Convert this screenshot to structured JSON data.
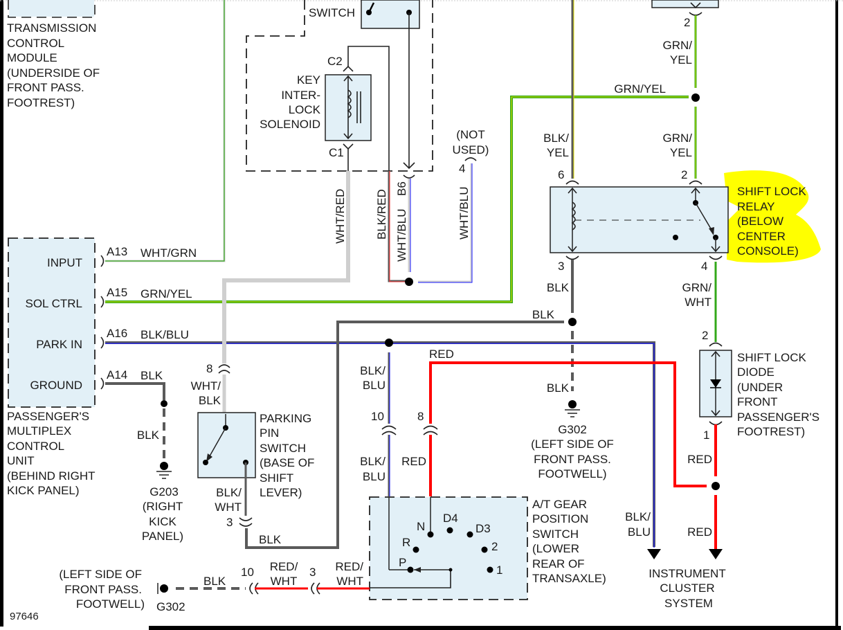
{
  "figure_id": "97646",
  "components": {
    "tcm": {
      "lines": [
        "TRANSMISSION",
        "CONTROL",
        "MODULE",
        "(UNDERSIDE OF",
        "FRONT PASS.",
        "FOOTREST)"
      ]
    },
    "lock_switch": {
      "label": "SWITCH"
    },
    "key_interlock_solenoid": {
      "lines": [
        "KEY",
        "INTER-",
        "LOCK",
        "SOLENOID"
      ],
      "pin_top": "C2",
      "pin_bottom": "C1"
    },
    "not_used": {
      "lines": [
        "(NOT",
        "USED)"
      ],
      "pin": "4"
    },
    "pmcu": {
      "pins": [
        {
          "label": "INPUT",
          "pin": "A13",
          "wire": "WHT/GRN"
        },
        {
          "label": "SOL CTRL",
          "pin": "A15",
          "wire": "GRN/YEL"
        },
        {
          "label": "PARK IN",
          "pin": "A16",
          "wire": "BLK/BLU"
        },
        {
          "label": "GROUND",
          "pin": "A14",
          "wire": "BLK"
        }
      ],
      "lines": [
        "PASSENGER'S",
        "MULTIPLEX",
        "CONTROL",
        "UNIT",
        "(BEHIND RIGHT",
        "KICK PANEL)"
      ]
    },
    "shift_lock_relay": {
      "lines": [
        "SHIFT LOCK",
        "RELAY",
        "(BELOW",
        "CENTER",
        "CONSOLE)"
      ],
      "pins": {
        "top_left": "6",
        "top_right": "2",
        "bottom_left": "3",
        "bottom_right": "4"
      },
      "highlight_color": "#ffff00"
    },
    "shift_lock_diode": {
      "lines": [
        "SHIFT LOCK",
        "DIODE",
        "(UNDER",
        "FRONT",
        "PASSENGER'S",
        "FOOTREST)"
      ],
      "pin_top": "2",
      "pin_bottom": "1"
    },
    "parking_pin_switch": {
      "lines": [
        "PARKING",
        "PIN",
        "SWITCH",
        "(BASE OF",
        "SHIFT",
        "LEVER)"
      ],
      "pin_top": "8",
      "pin_bottom": "3"
    },
    "gear_switch": {
      "lines": [
        "A/T GEAR",
        "POSITION",
        "SWITCH",
        "(LOWER",
        "REAR OF",
        "TRANSAXLE)"
      ],
      "positions": [
        "N",
        "D4",
        "D3",
        "R",
        "2",
        "P",
        "1"
      ],
      "pin_left": "10",
      "pin_right": "8"
    },
    "g203": {
      "lines": [
        "G203",
        "(RIGHT",
        "KICK",
        "PANEL)"
      ]
    },
    "g302_right": {
      "lines": [
        "G302",
        "(LEFT SIDE OF",
        "FRONT PASS.",
        "FOOTWELL)"
      ]
    },
    "g302_bottom": {
      "name": "G302",
      "lines": [
        "(LEFT SIDE OF",
        "FRONT PASS.",
        "FOOTWELL)"
      ]
    },
    "instrument_cluster": {
      "lines": [
        "INSTRUMENT",
        "CLUSTER",
        "SYSTEM"
      ]
    }
  },
  "wire_labels": {
    "grn_yel_top_a": [
      "GRN/",
      "YEL"
    ],
    "grn_yel_top_b": [
      "GRN/",
      "YEL"
    ],
    "grn_yel_horizontal": "GRN/YEL",
    "blk_yel": [
      "BLK/",
      "YEL"
    ],
    "pin_top_2": "2",
    "relay_out_blk": "BLK",
    "relay_out_grn_wht": [
      "GRN/",
      "WHT"
    ],
    "blk_horizontal": "BLK",
    "blk_to_ground": "BLK",
    "wht_red": "WHT/RED",
    "blk_red": "BLK/RED",
    "wht_blu_b6": "WHT/BLU",
    "b6_pin": "B6",
    "wht_blu_4": "WHT/BLU",
    "red_horizontal": "RED",
    "blk_blu_upper": [
      "BLK/",
      "BLU"
    ],
    "blk_blu_lower": [
      "BLK/",
      "BLU"
    ],
    "red_lower": "RED",
    "wht_blk": [
      "WHT/",
      "BLK"
    ],
    "blk_wht": [
      "BLK/",
      "WHT"
    ],
    "blk_bottom": "BLK",
    "blk_g203": "BLK",
    "blk_g302_bottom": "BLK",
    "red_wht_a": [
      "RED/",
      "WHT"
    ],
    "red_wht_b": [
      "RED/",
      "WHT"
    ],
    "connector_10": "10",
    "connector_3": "3",
    "diode_red_a": "RED",
    "diode_red_b": "RED",
    "blk_blu_cluster": [
      "BLK/",
      "BLU"
    ]
  },
  "wire_colors": {
    "green": "#33a81a",
    "yellow": "#e6e600",
    "red": "#ff0000",
    "blue": "#1a1aff",
    "gray": "#5a5a5a",
    "lightgray": "#cfcfcf"
  }
}
